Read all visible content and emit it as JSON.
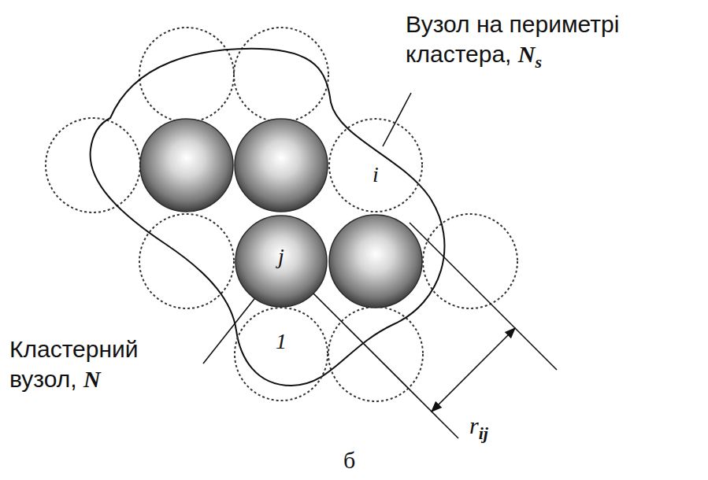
{
  "diagram": {
    "nodes": [
      {
        "text": [
          "i"
        ]
      },
      {
        "text": [
          "j"
        ]
      },
      {
        "text": [
          "1"
        ]
      }
    ],
    "labels": [
      "Вузол на периметрі кластера,",
      "N",
      "s",
      "Кластерний вузол,",
      "N",
      "r",
      "ij",
      "б"
    ]
  }
}
